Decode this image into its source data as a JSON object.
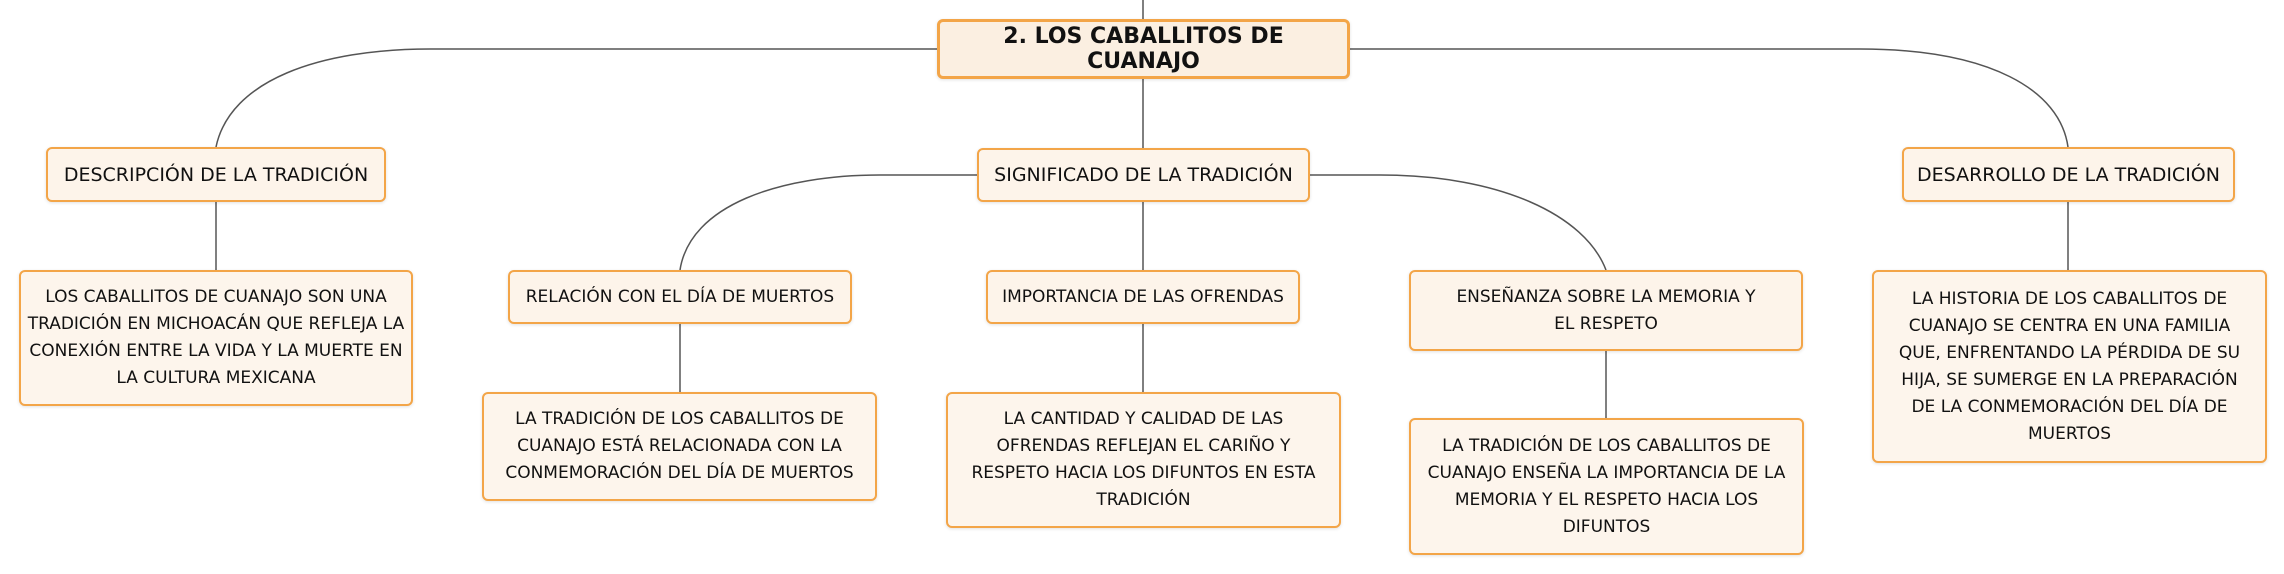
{
  "diagram": {
    "root": "2. LOS CABALLITOS DE CUANAJO",
    "branches": [
      {
        "label": "DESCRIPCIÓN DE LA TRADICIÓN",
        "detail": "LOS CABALLITOS DE CUANAJO SON UNA TRADICIÓN EN MICHOACÁN QUE REFLEJA LA CONEXIÓN ENTRE LA VIDA Y LA MUERTE EN LA CULTURA MEXICANA"
      },
      {
        "label": "SIGNIFICADO DE LA TRADICIÓN",
        "children": [
          {
            "label": "RELACIÓN CON EL DÍA DE MUERTOS",
            "detail": "LA TRADICIÓN DE LOS CABALLITOS DE CUANAJO ESTÁ RELACIONADA CON LA CONMEMORACIÓN DEL DÍA DE MUERTOS"
          },
          {
            "label": "IMPORTANCIA DE LAS OFRENDAS",
            "detail": "LA CANTIDAD Y CALIDAD DE LAS OFRENDAS REFLEJAN EL CARIÑO Y RESPETO HACIA LOS DIFUNTOS EN ESTA TRADICIÓN"
          },
          {
            "label": "ENSEÑANZA SOBRE LA MEMORIA Y EL RESPETO",
            "detail": "LA TRADICIÓN DE LOS CABALLITOS DE CUANAJO ENSEÑA LA IMPORTANCIA DE LA MEMORIA Y EL RESPETO HACIA LOS DIFUNTOS"
          }
        ]
      },
      {
        "label": "DESARROLLO DE LA TRADICIÓN",
        "detail": "LA HISTORIA DE LOS CABALLITOS DE CUANAJO SE CENTRA EN UNA FAMILIA QUE, ENFRENTANDO LA PÉRDIDA DE SU HIJA, SE SUMERGE EN LA PREPARACIÓN DE LA CONMEMORACIÓN DEL DÍA DE MUERTOS"
      }
    ]
  },
  "colors": {
    "node_border": "#f3a548",
    "node_fill": "#fdf4ea",
    "connector": "#555555"
  }
}
